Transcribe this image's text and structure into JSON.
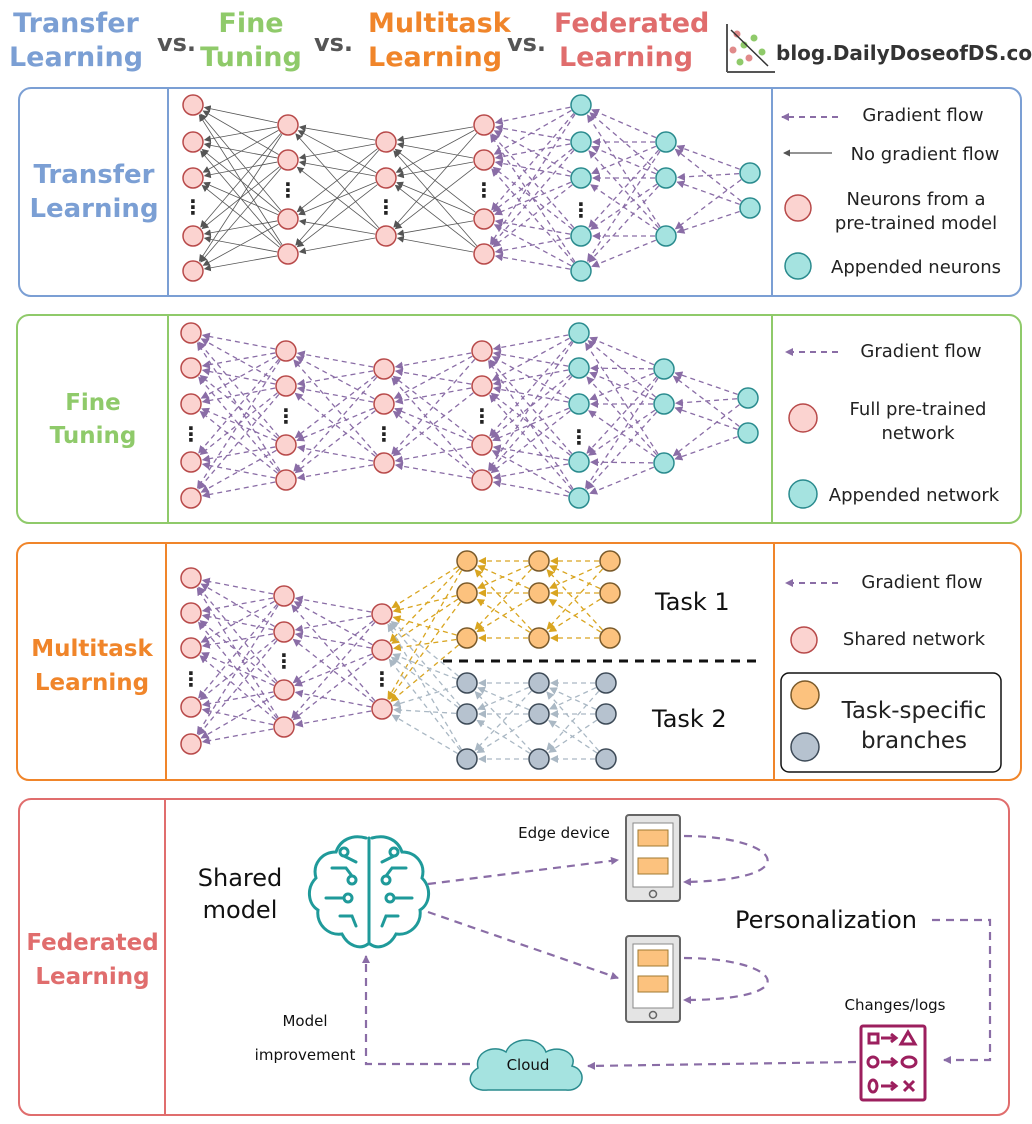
{
  "header": {
    "tl1": "Transfer",
    "tl2": "Learning",
    "ft1": "Fine",
    "ft2": "Tuning",
    "ml1": "Multitask",
    "ml2": "Learning",
    "fl1": "Federated",
    "fl2": "Learning",
    "vs": "vs.",
    "blog": "blog.DailyDoseofDS.com"
  },
  "panels": {
    "transfer": {
      "title1": "Transfer",
      "title2": "Learning",
      "legend": {
        "gradient": "Gradient flow",
        "no_gradient": "No gradient flow",
        "pretrained1": "Neurons from a",
        "pretrained2": "pre-trained model",
        "appended": "Appended neurons"
      }
    },
    "finetune": {
      "title1": "Fine",
      "title2": "Tuning",
      "legend": {
        "gradient": "Gradient flow",
        "full1": "Full pre-trained",
        "full2": "network",
        "appended": "Appended network"
      }
    },
    "multitask": {
      "title1": "Multitask",
      "title2": "Learning",
      "task1": "Task 1",
      "task2": "Task 2",
      "legend": {
        "gradient": "Gradient flow",
        "shared": "Shared network",
        "branches1": "Task-specific",
        "branches2": "branches"
      }
    },
    "federated": {
      "title1": "Federated",
      "title2": "Learning",
      "shared1": "Shared",
      "shared2": "model",
      "edge": "Edge device",
      "personalization": "Personalization",
      "changes": "Changes/logs",
      "cloud": "Cloud",
      "improve1": "Model",
      "improve2": "improvement"
    }
  },
  "colors": {
    "transfer": "#7b9fd4",
    "finetune": "#8fca6a",
    "multitask": "#f0852a",
    "federated": "#e06d6d",
    "pink_fill": "#fbd3d0",
    "pink_stroke": "#b84a4a",
    "teal_fill": "#a5e3e0",
    "teal_stroke": "#2a8b8e",
    "orange_fill": "#fcc27e",
    "orange_stroke": "#7a5a2a",
    "gray_fill": "#b6c2cf",
    "gray_stroke": "#3d4a57",
    "gradient_arrow": "#8a6da6",
    "yellow_arrow": "#d9a520",
    "gray_arrow": "#aab8c4",
    "brain": "#1f9a9a",
    "logs": "#9c1f5e"
  },
  "icons": [
    "brain-icon",
    "tablet-icon",
    "cloud-icon",
    "logs-icon",
    "scatter-logo-icon"
  ]
}
